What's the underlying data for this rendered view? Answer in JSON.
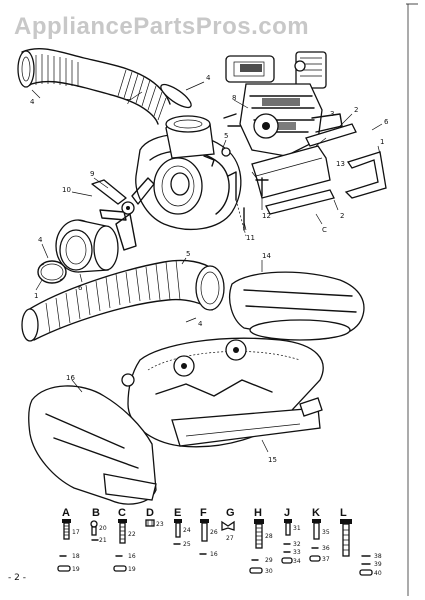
{
  "watermark": "AppliancePartsPros.com",
  "page_number": "- 2 -",
  "callouts": [
    "4",
    "7",
    "4",
    "8",
    "5",
    "3",
    "2",
    "6",
    "1",
    "13",
    "12",
    "11",
    "C",
    "2",
    "10",
    "9",
    "4",
    "6",
    "1",
    "5",
    "14",
    "4",
    "16",
    "15"
  ],
  "hardware": [
    {
      "letter": "A",
      "numbers": [
        "17",
        "18",
        "19"
      ]
    },
    {
      "letter": "B",
      "numbers": [
        "20",
        "21"
      ]
    },
    {
      "letter": "C",
      "numbers": [
        "22",
        "16",
        "19"
      ]
    },
    {
      "letter": "D",
      "numbers": [
        "23"
      ]
    },
    {
      "letter": "E",
      "numbers": [
        "24",
        "25"
      ]
    },
    {
      "letter": "F",
      "numbers": [
        "26",
        "16"
      ]
    },
    {
      "letter": "G",
      "numbers": [
        "27"
      ]
    },
    {
      "letter": "H",
      "numbers": [
        "28",
        "29",
        "30"
      ]
    },
    {
      "letter": "J",
      "numbers": [
        "31",
        "32",
        "33",
        "34"
      ]
    },
    {
      "letter": "K",
      "numbers": [
        "35",
        "36",
        "37"
      ]
    },
    {
      "letter": "L",
      "numbers": [
        "38",
        "39",
        "40"
      ]
    }
  ]
}
